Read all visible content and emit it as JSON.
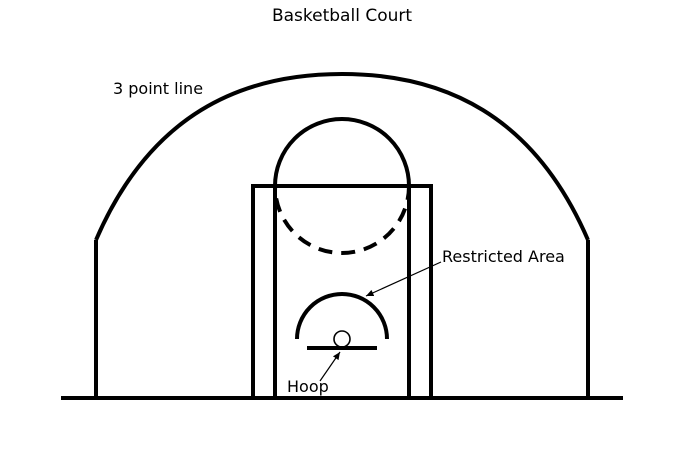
{
  "title": "Basketball Court",
  "labels": {
    "three_point_line": "3 point line",
    "restricted_area": "Restricted Area",
    "hoop": "Hoop"
  },
  "colors": {
    "line": "#000000",
    "background": "#ffffff"
  }
}
